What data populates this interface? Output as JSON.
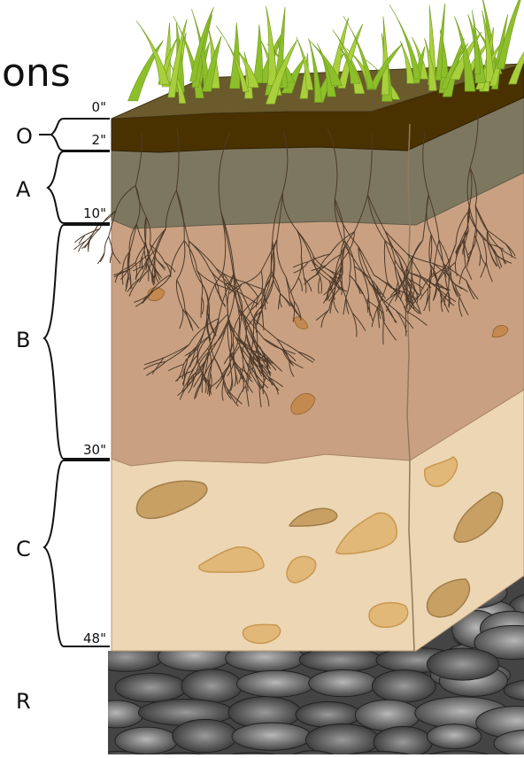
{
  "title_fragment": "ons",
  "horizons": [
    {
      "id": "o",
      "label": "O",
      "top_depth": "0\"",
      "bottom_depth": "2\""
    },
    {
      "id": "a",
      "label": "A",
      "bottom_depth": "10\""
    },
    {
      "id": "b",
      "label": "B",
      "bottom_depth": "30\""
    },
    {
      "id": "c",
      "label": "C",
      "bottom_depth": "48\""
    },
    {
      "id": "r",
      "label": "R"
    }
  ],
  "colors": {
    "organic": "#4a3200",
    "topsoil": "#7d7760",
    "subsoil": "#c9a182",
    "parent_material": "#ecd6b3",
    "bedrock": "#5a5a5a",
    "grass": "#8cbf2a",
    "root": "#4d3a2a"
  },
  "icons": {
    "bracket": "curly-brace-icon",
    "grass": "grass-icon",
    "rock": "rock-icon"
  }
}
